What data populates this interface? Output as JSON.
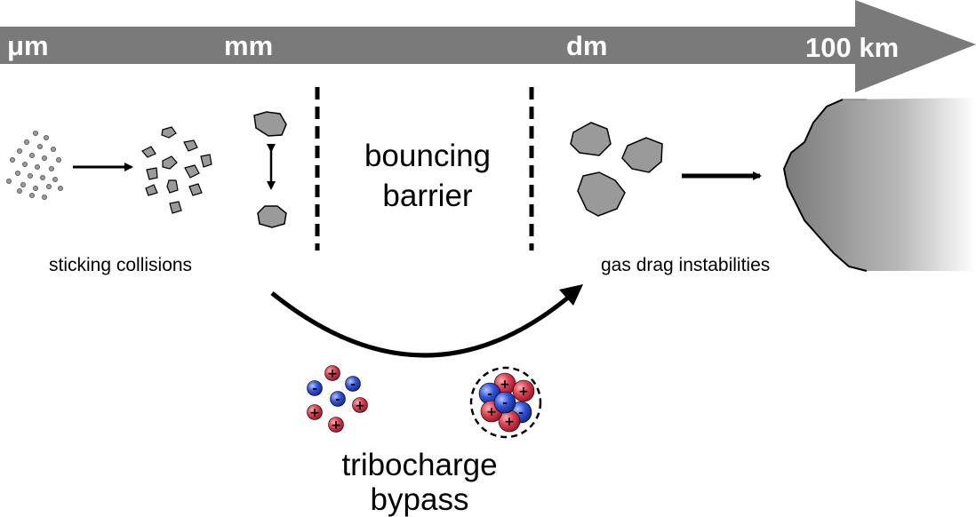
{
  "scale_arrow": {
    "labels": [
      "μm",
      "mm",
      "dm",
      "100 km"
    ]
  },
  "stages": {
    "sticking": "sticking collisions",
    "barrier_line1": "bouncing",
    "barrier_line2": "barrier",
    "gas_drag": "gas drag instabilities",
    "bypass_line1": "tribocharge",
    "bypass_line2": "bypass"
  },
  "charges": {
    "positive": "+",
    "negative": "-"
  },
  "colors": {
    "scale_arrow": "#7a7a7a",
    "grain_fill": "#9a9a9a",
    "positive_particle": "#e04050",
    "negative_particle": "#3355dd",
    "planetesimal": "#8a8a8a"
  }
}
